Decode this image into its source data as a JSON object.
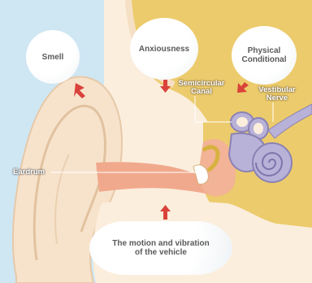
{
  "labels": {
    "smell": "Smell",
    "anxiousness": "Anxiousness",
    "physical_condition": "Physical\nConditional",
    "semicircular_canal": "Semicircular\nCanal",
    "vestibular_nerve": "Vestibular\nNerve",
    "eardrum": "Eardrum",
    "motion": "The motion and vibration\nof the vehicle"
  },
  "colors": {
    "background_blue": "#cfe6f3",
    "skin": "#f9e8d6",
    "bone_gold": "#e8c15a",
    "canal_salmon": "#f0a58a",
    "inner_ear_lilac": "#b9b2d8",
    "arrow_red": "#d9433b"
  },
  "icons": [
    "arrow-up-icon",
    "arrow-down-icon",
    "arrow-diagonal-icon"
  ]
}
